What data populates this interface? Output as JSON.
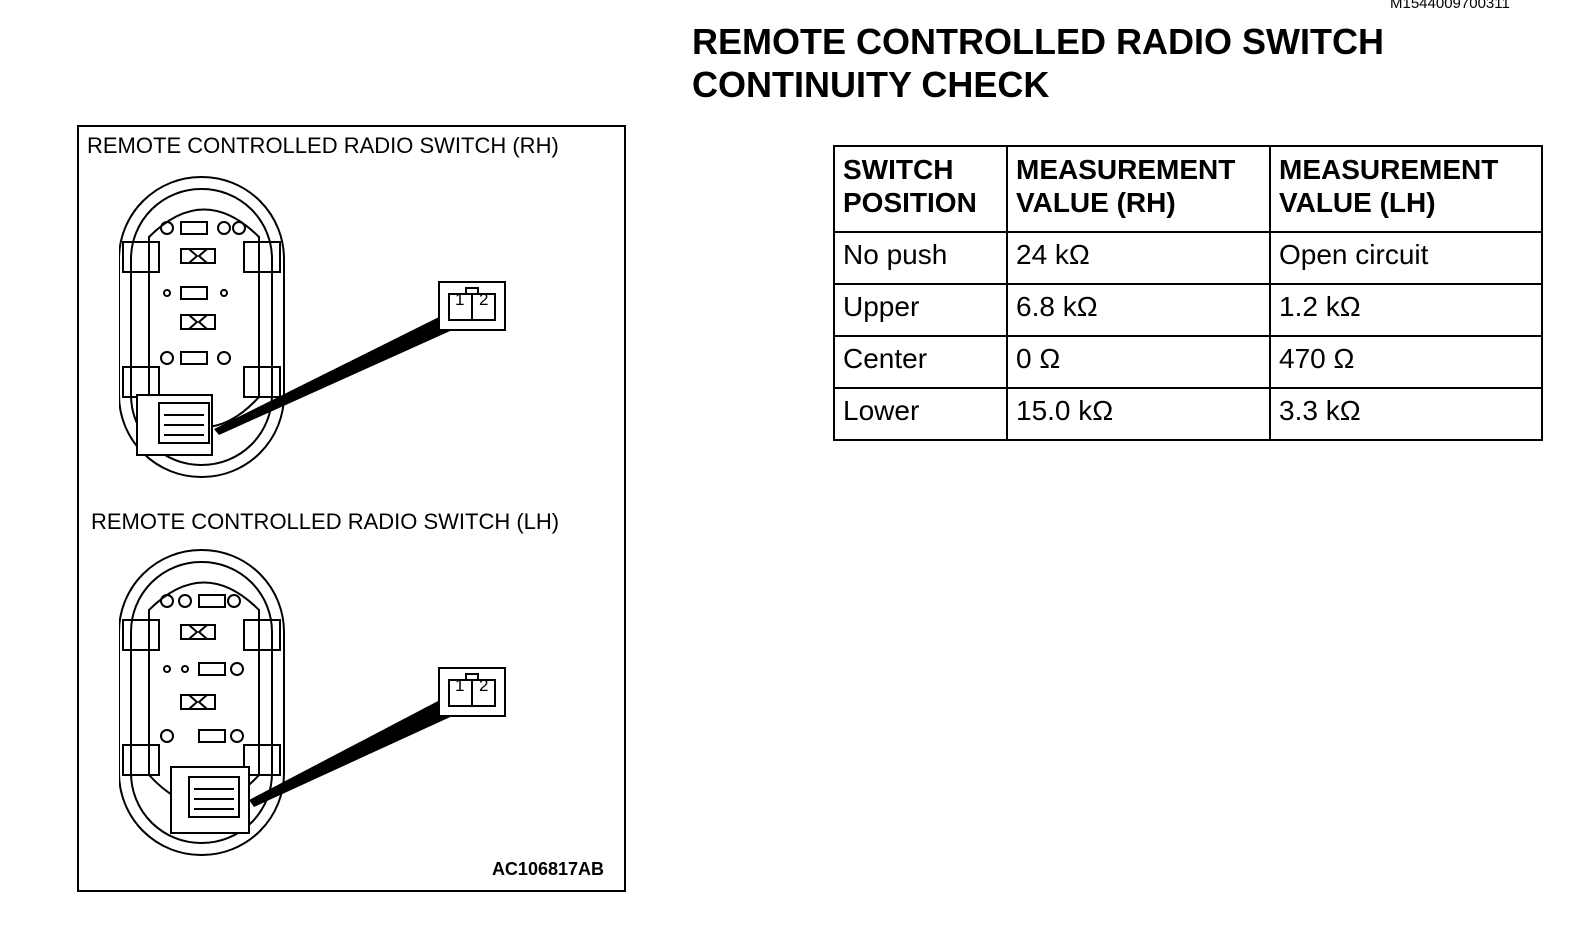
{
  "doc_id": "M1544009700311",
  "title_lines": [
    "REMOTE CONTROLLED RADIO SWITCH",
    "CONTINUITY CHECK"
  ],
  "figure": {
    "rh_label": "REMOTE CONTROLLED RADIO SWITCH (RH)",
    "lh_label": "REMOTE CONTROLLED RADIO SWITCH (LH)",
    "connector_pins": [
      "1",
      "2"
    ],
    "code": "AC106817AB"
  },
  "table": {
    "headers": [
      [
        "SWITCH",
        "POSITION"
      ],
      [
        "MEASUREMENT",
        "VALUE (RH)"
      ],
      [
        "MEASUREMENT",
        "VALUE (LH)"
      ]
    ],
    "rows": [
      [
        "No push",
        "24 kΩ",
        "Open circuit"
      ],
      [
        "Upper",
        "6.8 kΩ",
        "1.2 kΩ"
      ],
      [
        "Center",
        "0 Ω",
        "470 Ω"
      ],
      [
        "Lower",
        "15.0 kΩ",
        "3.3 kΩ"
      ]
    ]
  }
}
